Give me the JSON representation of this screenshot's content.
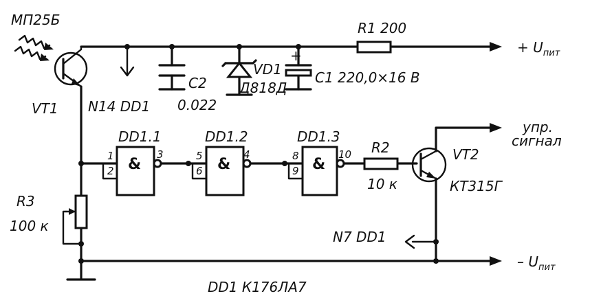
{
  "phototransistor": {
    "type": "МП25Б",
    "ref": "VT1"
  },
  "power_pin": "N14 DD1",
  "ground_pin": "N7 DD1",
  "chip": "DD1 К176ЛА7",
  "gates": [
    {
      "ref": "DD1.1",
      "in1": "1",
      "in2": "2",
      "out": "3",
      "symbol": "&"
    },
    {
      "ref": "DD1.2",
      "in1": "5",
      "in2": "6",
      "out": "4",
      "symbol": "&"
    },
    {
      "ref": "DD1.3",
      "in1": "8",
      "in2": "9",
      "out": "10",
      "symbol": "&"
    }
  ],
  "c2": {
    "ref": "C2",
    "value": "0.022"
  },
  "vd1": {
    "ref": "VD1",
    "type": "Д818Д"
  },
  "c1": {
    "label": "C1 220,0×16 В",
    "polarity": "+"
  },
  "r1": {
    "label": "R1 200"
  },
  "r2": {
    "ref": "R2",
    "value": "10 к"
  },
  "r3": {
    "ref": "R3",
    "value": "100 к"
  },
  "vt2": {
    "ref": "VT2",
    "type": "КТ315Г"
  },
  "supply_pos": {
    "prefix": "+ U",
    "sub": "пит"
  },
  "supply_neg": {
    "prefix": "– U",
    "sub": "пит"
  },
  "control_signal": {
    "line1": "упр.",
    "line2": "сигнал"
  }
}
